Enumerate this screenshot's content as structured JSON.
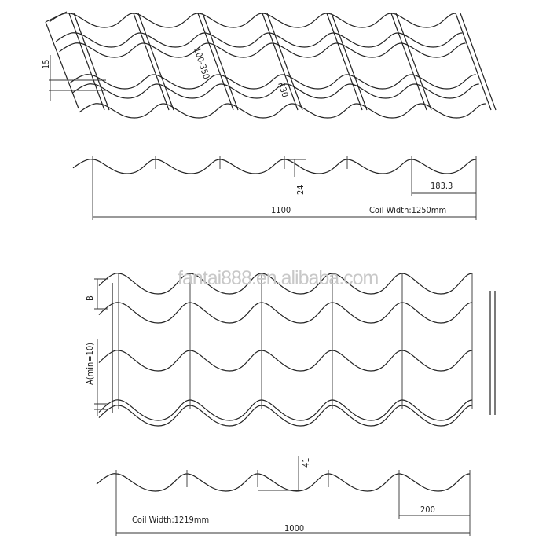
{
  "top_view": {
    "height_label": "15",
    "pitch_label": "100-350",
    "radius_label": "R30"
  },
  "profile_1": {
    "height_label": "24",
    "pitch_label": "183.3",
    "width_label": "1100",
    "coil_width_label": "Coil Width:1250mm"
  },
  "front_view": {
    "watermark": "fantai888.en.alibaba.com",
    "b_label": "B",
    "a_label": "A(min=10)"
  },
  "profile_2": {
    "height_label": "41",
    "pitch_label": "200",
    "width_label": "1000",
    "coil_width_label": "Coil Width:1219mm"
  },
  "colors": {
    "line": "#222222",
    "watermark": "#c8c8c8"
  }
}
